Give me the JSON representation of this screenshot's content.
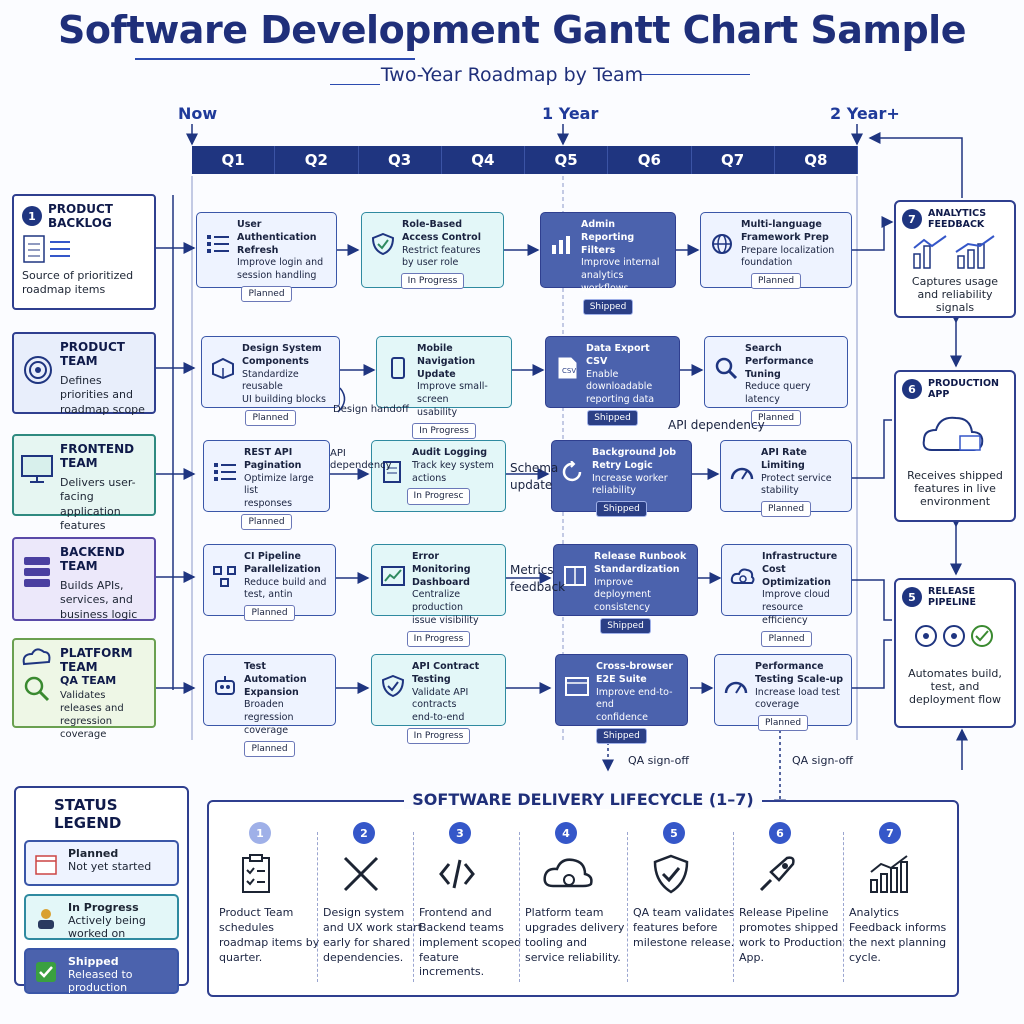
{
  "title": "Software Development Gantt Chart Sample",
  "subtitle": "Two-Year Roadmap by Team",
  "timeline": {
    "now": "Now",
    "one_year": "1 Year",
    "two_year": "2 Year+"
  },
  "quarters": [
    "Q1",
    "Q2",
    "Q3",
    "Q4",
    "Q5",
    "Q6",
    "Q7",
    "Q8"
  ],
  "teams": [
    {
      "num": "1",
      "name": "PRODUCT BACKLOG",
      "desc": "Source of prioritized roadmap items",
      "icon": "checklist-icon"
    },
    {
      "num": "",
      "name": "PRODUCT TEAM",
      "desc": "Defines priorities and roadmap scope",
      "icon": "target-icon"
    },
    {
      "num": "",
      "name": "FRONTEND TEAM",
      "desc": "Delivers user-facing application features",
      "icon": "monitor-icon"
    },
    {
      "num": "",
      "name": "BACKEND TEAM",
      "desc": "Builds APIs, services, and business logic",
      "icon": "server-icon"
    },
    {
      "num": "",
      "name": "PLATFORM TEAM",
      "name2": "QA TEAM",
      "desc": "Validates releases and regression coverage",
      "icon": "cloud-icon"
    }
  ],
  "tasks": [
    [
      {
        "l1": "User Authentication Refresh",
        "l2": "Improve login and",
        "l3": "session handling",
        "status": "Planned"
      },
      {
        "l1": "Role-Based Access Control",
        "l2": "Restrict features",
        "l3": "by user role",
        "status": "In Progress"
      },
      {
        "l1": "Admin Reporting Filters",
        "l2": "Improve internal",
        "l3": "analytics workflows",
        "status": "Shipped"
      },
      {
        "l1": "Multi-language Framework Prep",
        "l2": "Prepare localization",
        "l3": "foundation",
        "status": "Planned"
      }
    ],
    [
      {
        "l1": "Design System Components",
        "l2": "Standardize reusable",
        "l3": "UI building blocks",
        "status": "Planned"
      },
      {
        "l1": "Mobile Navigation Update",
        "l2": "Improve small-screen",
        "l3": "usability",
        "status": "In Progress"
      },
      {
        "l1": "Data Export CSV",
        "l2": "Enable downloadable",
        "l3": "reporting data",
        "status": "Shipped"
      },
      {
        "l1": "Search Performance Tuning",
        "l2": "Reduce query",
        "l3": "latency",
        "status": "Planned"
      }
    ],
    [
      {
        "l1": "REST API Pagination",
        "l2": "Optimize large list",
        "l3": "responses",
        "status": "Planned"
      },
      {
        "l1": "Audit Logging",
        "l2": "Track key system",
        "l3": "actions",
        "status": "In Progresc"
      },
      {
        "l1": "Background Job Retry Logic",
        "l2": "Increase worker",
        "l3": "reliability",
        "status": "Shipped"
      },
      {
        "l1": "API Rate Limiting",
        "l2": "Protect service",
        "l3": "stability",
        "status": "Planned"
      }
    ],
    [
      {
        "l1": "CI Pipeline Parallelization",
        "l2": "Reduce build and",
        "l3": "test, antin",
        "status": "Planned"
      },
      {
        "l1": "Error Monitoring Dashboard",
        "l2": "Centralize production",
        "l3": "issue visibility",
        "status": "In Progress"
      },
      {
        "l1": "Release Runbook Standardization",
        "l2": "Improve deployment",
        "l3": "consistency",
        "status": "Shipped"
      },
      {
        "l1": "Infrastructure Cost Optimization",
        "l2": "Improve cloud resource",
        "l3": "efficiency",
        "status": "Planned"
      }
    ],
    [
      {
        "l1": "Test Automation Expansion",
        "l2": "Broaden regression",
        "l3": "coverage",
        "status": "Planned"
      },
      {
        "l1": "API Contract Testing",
        "l2": "Validate API contracts",
        "l3": "end-to-end",
        "status": "In Progress"
      },
      {
        "l1": "Cross-browser E2E Suite",
        "l2": "Improve end-to-end",
        "l3": "confidence",
        "status": "Shipped"
      },
      {
        "l1": "Performance Testing Scale-up",
        "l2": "Increase load test",
        "l3": "coverage",
        "status": "Planned"
      }
    ]
  ],
  "notes": {
    "design_handoff": "Design handoff",
    "api_dependency_small": "API dependency",
    "api_dependency": "API dependency",
    "schema_update": "Schema update",
    "metrics_feedback": "Metrics feedback",
    "qa_signoff_1": "QA sign-off",
    "qa_signoff_2": "QA sign-off"
  },
  "side": [
    {
      "num": "7",
      "name": "ANALYTICS FEEDBACK",
      "desc": "Captures usage and reliability signals"
    },
    {
      "num": "6",
      "name": "PRODUCTION APP",
      "desc": "Receives shipped features in live environment"
    },
    {
      "num": "5",
      "name": "RELEASE PIPELINE",
      "desc": "Automates build, test, and deployment flow"
    }
  ],
  "legend": {
    "title": "STATUS LEGEND",
    "items": [
      {
        "label": "Planned",
        "desc": "Not yet started"
      },
      {
        "label": "In Progress",
        "desc": "Actively being worked on"
      },
      {
        "label": "Shipped",
        "desc": "Released to production"
      }
    ]
  },
  "lifecycle": {
    "title": "SOFTWARE DELIVERY LIFECYCLE (1–7)",
    "stages": [
      {
        "num": "1",
        "desc": "Product Team schedules roadmap items by quarter."
      },
      {
        "num": "2",
        "desc": "Design system and UX work start early for shared dependencies."
      },
      {
        "num": "3",
        "desc": "Frontend and Backend teams implement scoped feature increments."
      },
      {
        "num": "4",
        "desc": "Platform team upgrades delivery tooling and service reliability."
      },
      {
        "num": "5",
        "desc": "QA team validates features before milestone release."
      },
      {
        "num": "6",
        "desc": "Release Pipeline promotes shipped work to Production App."
      },
      {
        "num": "7",
        "desc": "Analytics Feedback informs the next planning cycle."
      }
    ]
  },
  "colors": {
    "accent": "#1f3580",
    "shipped": "#4b62ad",
    "progress": "#e3f7f8",
    "planned": "#eef3ff"
  }
}
